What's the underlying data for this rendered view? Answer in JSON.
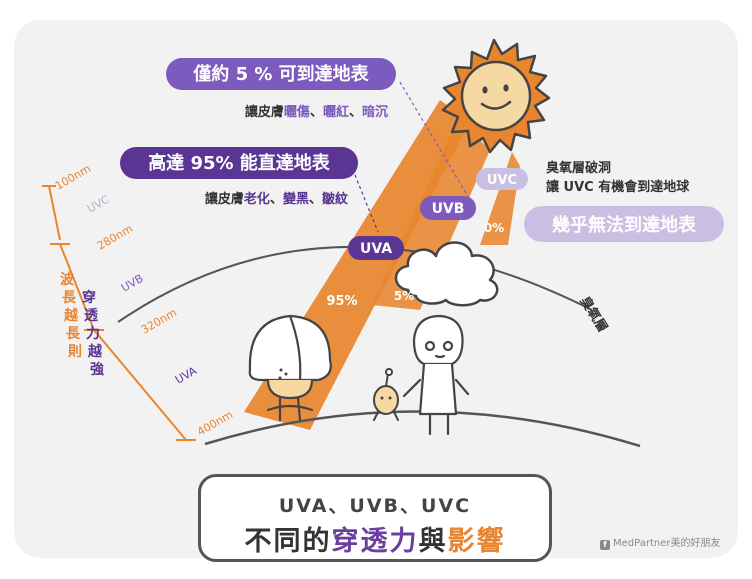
{
  "pills": {
    "uvb_only": "僅約 5 % 可到達地表",
    "uva_reach": "高達 95% 能直達地表",
    "uvc_blocked": "幾乎無法到達地表",
    "uva": "UVA",
    "uvb": "UVB",
    "uvc": "UVC"
  },
  "descriptions": {
    "uvb_effects": {
      "prefix": "讓皮膚",
      "e1": "曬傷",
      "sep1": "、",
      "e2": "曬紅",
      "sep2": "、",
      "e3": "暗沉"
    },
    "uva_effects": {
      "prefix": "讓皮膚",
      "e1": "老化",
      "sep1": "、",
      "e2": "變黑",
      "sep2": "、",
      "e3": "皺紋"
    },
    "ozone_hole_line1": "臭氧層破洞",
    "ozone_hole_line2": "讓 UVC 有機會到達地球"
  },
  "percentages": {
    "uva": "95%",
    "uvb": "5%",
    "uvc": "0%"
  },
  "scale": {
    "ticks": [
      "100nm",
      "280nm",
      "320nm",
      "400nm"
    ],
    "bands": [
      "UVC",
      "UVB",
      "UVA"
    ],
    "side_label": "波長越長則穿透力越強"
  },
  "ozone_label": "臭氧層",
  "footer": {
    "line1": "UVA、UVB、UVC",
    "line2_a": "不同的",
    "line2_b": "穿透力",
    "line2_c": "與",
    "line2_d": "影響"
  },
  "credit": "MedPartner美的好朋友",
  "colors": {
    "orange": "#e8852e",
    "purple_dark": "#5a3594",
    "purple_mid": "#7d5bbe",
    "purple_light": "#c9bfe3",
    "text_dark": "#333333"
  }
}
